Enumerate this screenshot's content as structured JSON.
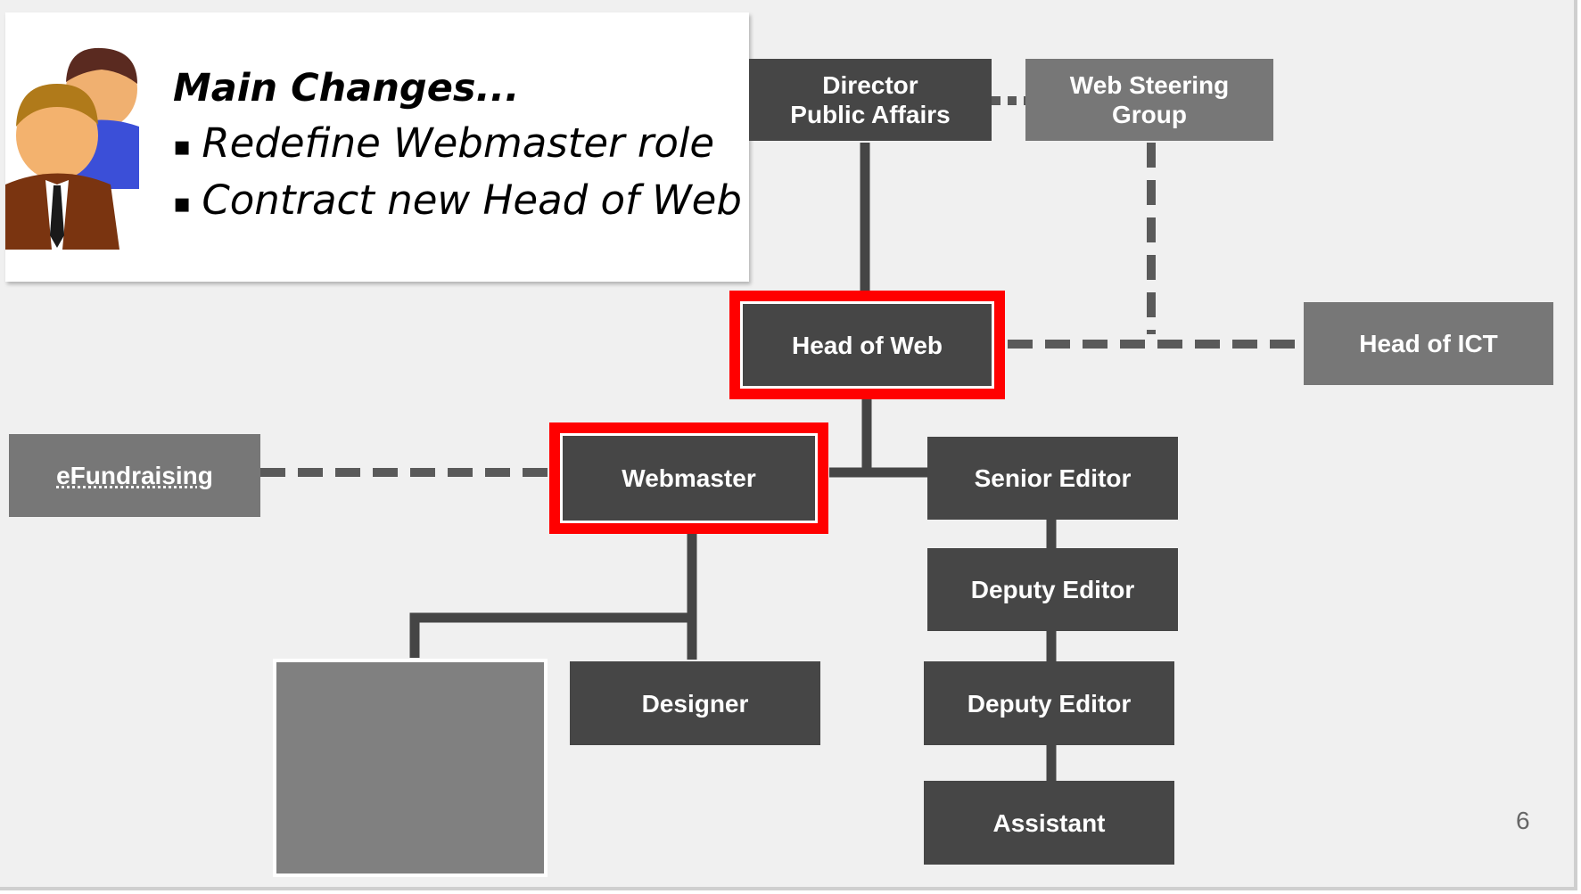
{
  "callout": {
    "title": "Main Changes...",
    "bullets": [
      "Redefine Webmaster role",
      "Contract new Head of Web"
    ]
  },
  "org": {
    "director": "Director\nPublic Affairs",
    "steering": "Web Steering\nGroup",
    "head_of_web": "Head of Web",
    "head_of_ict": "Head of ICT",
    "efundraising": "eFundraising",
    "webmaster": "Webmaster",
    "senior_editor": "Senior Editor",
    "deputy_editor_1": "Deputy Editor",
    "deputy_editor_2": "Deputy Editor",
    "designer": "Designer",
    "assistant": "Assistant"
  },
  "page_number": "6",
  "colors": {
    "highlight": "#ff0000",
    "dark_box": "#464646",
    "mid_box": "#777777"
  }
}
